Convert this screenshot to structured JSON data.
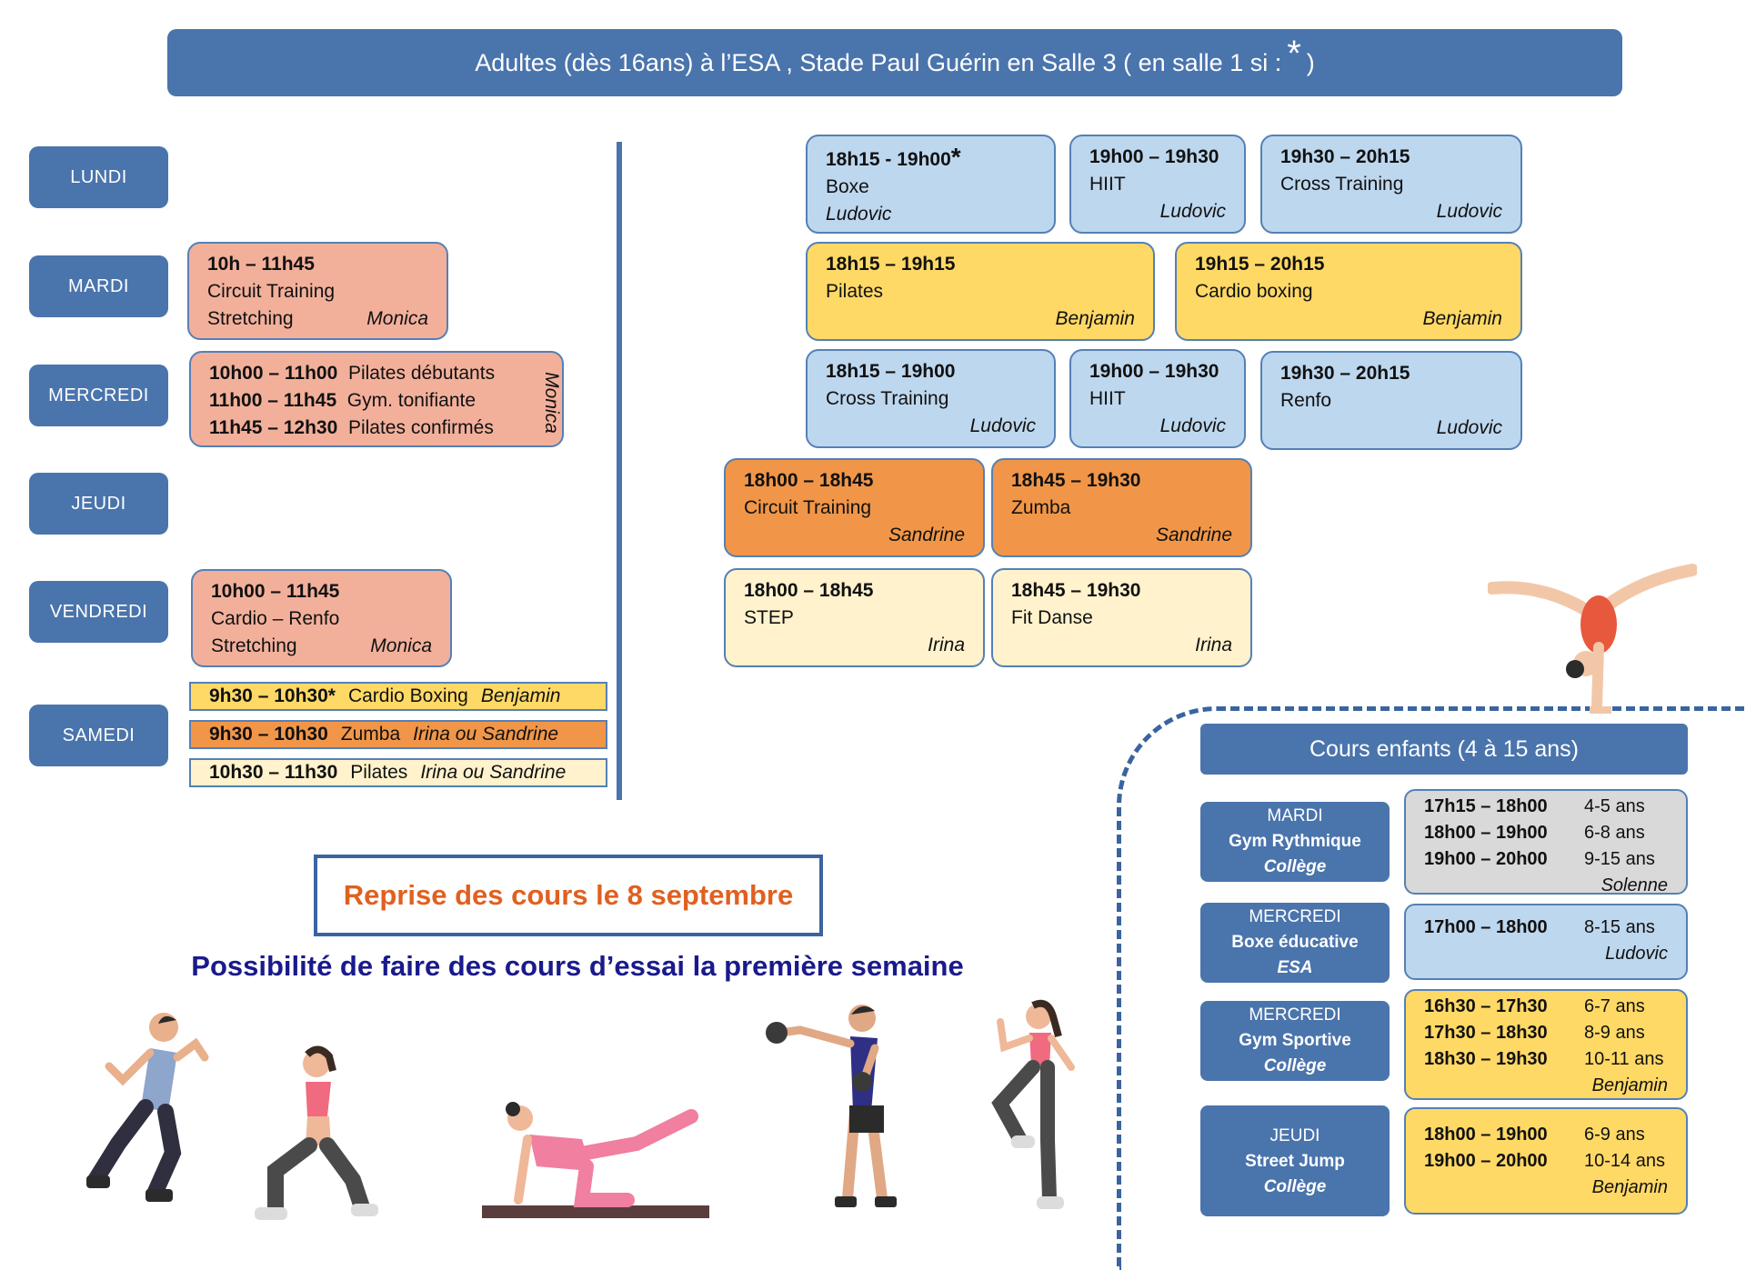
{
  "banner": {
    "text": "Adultes (dès 16ans) à l’ESA , Stade Paul Guérin en Salle 3 ( en salle 1 si :",
    "star": "*",
    "end": ")"
  },
  "days": [
    "LUNDI",
    "MARDI",
    "MERCREDI",
    "JEUDI",
    "VENDREDI",
    "SAMEDI"
  ],
  "left": {
    "mardi": {
      "time": "10h – 11h45",
      "line1": "Circuit Training",
      "line2": "Stretching",
      "coach": "Monica"
    },
    "mercredi": {
      "rows": [
        {
          "time": "10h00 – 11h00",
          "name": "Pilates débutants"
        },
        {
          "time": "11h00 – 11h45",
          "name": "Gym. tonifiante"
        },
        {
          "time": "11h45 – 12h30",
          "name": "Pilates confirmés"
        }
      ],
      "coach": "Monica"
    },
    "vendredi": {
      "time": "10h00 – 11h45",
      "line1": "Cardio – Renfo",
      "line2": "Stretching",
      "coach": "Monica"
    },
    "samedi": [
      {
        "time": "9h30 – 10h30",
        "star": "*",
        "name": "Cardio Boxing",
        "coach": "Benjamin"
      },
      {
        "time": "9h30 – 10h30",
        "name": "Zumba",
        "coach": "Irina ou Sandrine"
      },
      {
        "time": "10h30 – 11h30",
        "name": "Pilates",
        "coach": "Irina ou Sandrine"
      }
    ]
  },
  "evening": {
    "lundi": [
      {
        "time": "18h15 - 19h00",
        "star": "*",
        "name": "Boxe",
        "coach": "Ludovic"
      },
      {
        "time": "19h00 – 19h30",
        "name": "HIIT",
        "coach": "Ludovic"
      },
      {
        "time": "19h30 – 20h15",
        "name": "Cross Training",
        "coach": "Ludovic"
      }
    ],
    "mardi": [
      {
        "time": "18h15 – 19h15",
        "name": "Pilates",
        "coach": "Benjamin"
      },
      {
        "time": "19h15 – 20h15",
        "name": "Cardio boxing",
        "coach": "Benjamin"
      }
    ],
    "mercredi": [
      {
        "time": "18h15 – 19h00",
        "name": "Cross Training",
        "coach": "Ludovic"
      },
      {
        "time": "19h00 – 19h30",
        "name": "HIIT",
        "coach": "Ludovic"
      },
      {
        "time": "19h30 – 20h15",
        "name": "Renfo",
        "coach": "Ludovic"
      }
    ],
    "jeudi": [
      {
        "time": "18h00 – 18h45",
        "name": "Circuit Training",
        "coach": "Sandrine"
      },
      {
        "time": "18h45 – 19h30",
        "name": "Zumba",
        "coach": "Sandrine"
      }
    ],
    "vendredi": [
      {
        "time": "18h00 – 18h45",
        "name": "STEP",
        "coach": "Irina"
      },
      {
        "time": "18h45 – 19h30",
        "name": "Fit Danse",
        "coach": "Irina"
      }
    ]
  },
  "reprise": "Reprise des cours le 8 septembre",
  "essai": "Possibilité de faire des cours d’essai la première semaine",
  "kids": {
    "title": "Cours enfants (4 à 15 ans)",
    "groups": [
      {
        "day": "MARDI",
        "activity": "Gym Rythmique",
        "place": "Collège",
        "rows": [
          {
            "time": "17h15 – 18h00",
            "age": "4-5 ans"
          },
          {
            "time": "18h00 – 19h00",
            "age": "6-8 ans"
          },
          {
            "time": "19h00 – 20h00",
            "age": "9-15 ans"
          }
        ],
        "coach": "Solenne"
      },
      {
        "day": "MERCREDI",
        "activity": "Boxe éducative",
        "place": "ESA",
        "rows": [
          {
            "time": "17h00 – 18h00",
            "age": "8-15 ans"
          }
        ],
        "coach": "Ludovic"
      },
      {
        "day": "MERCREDI",
        "activity": "Gym Sportive",
        "place": "Collège",
        "rows": [
          {
            "time": "16h30 – 17h30",
            "age": "6-7 ans"
          },
          {
            "time": "17h30 – 18h30",
            "age": "8-9 ans"
          },
          {
            "time": "18h30 – 19h30",
            "age": "10-11 ans"
          }
        ],
        "coach": "Benjamin"
      },
      {
        "day": "JEUDI",
        "activity": "Street Jump",
        "place": "Collège",
        "rows": [
          {
            "time": "18h00 – 19h00",
            "age": "6-9 ans"
          },
          {
            "time": "19h00 – 20h00",
            "age": "10-14 ans"
          }
        ],
        "coach": "Benjamin"
      }
    ]
  }
}
